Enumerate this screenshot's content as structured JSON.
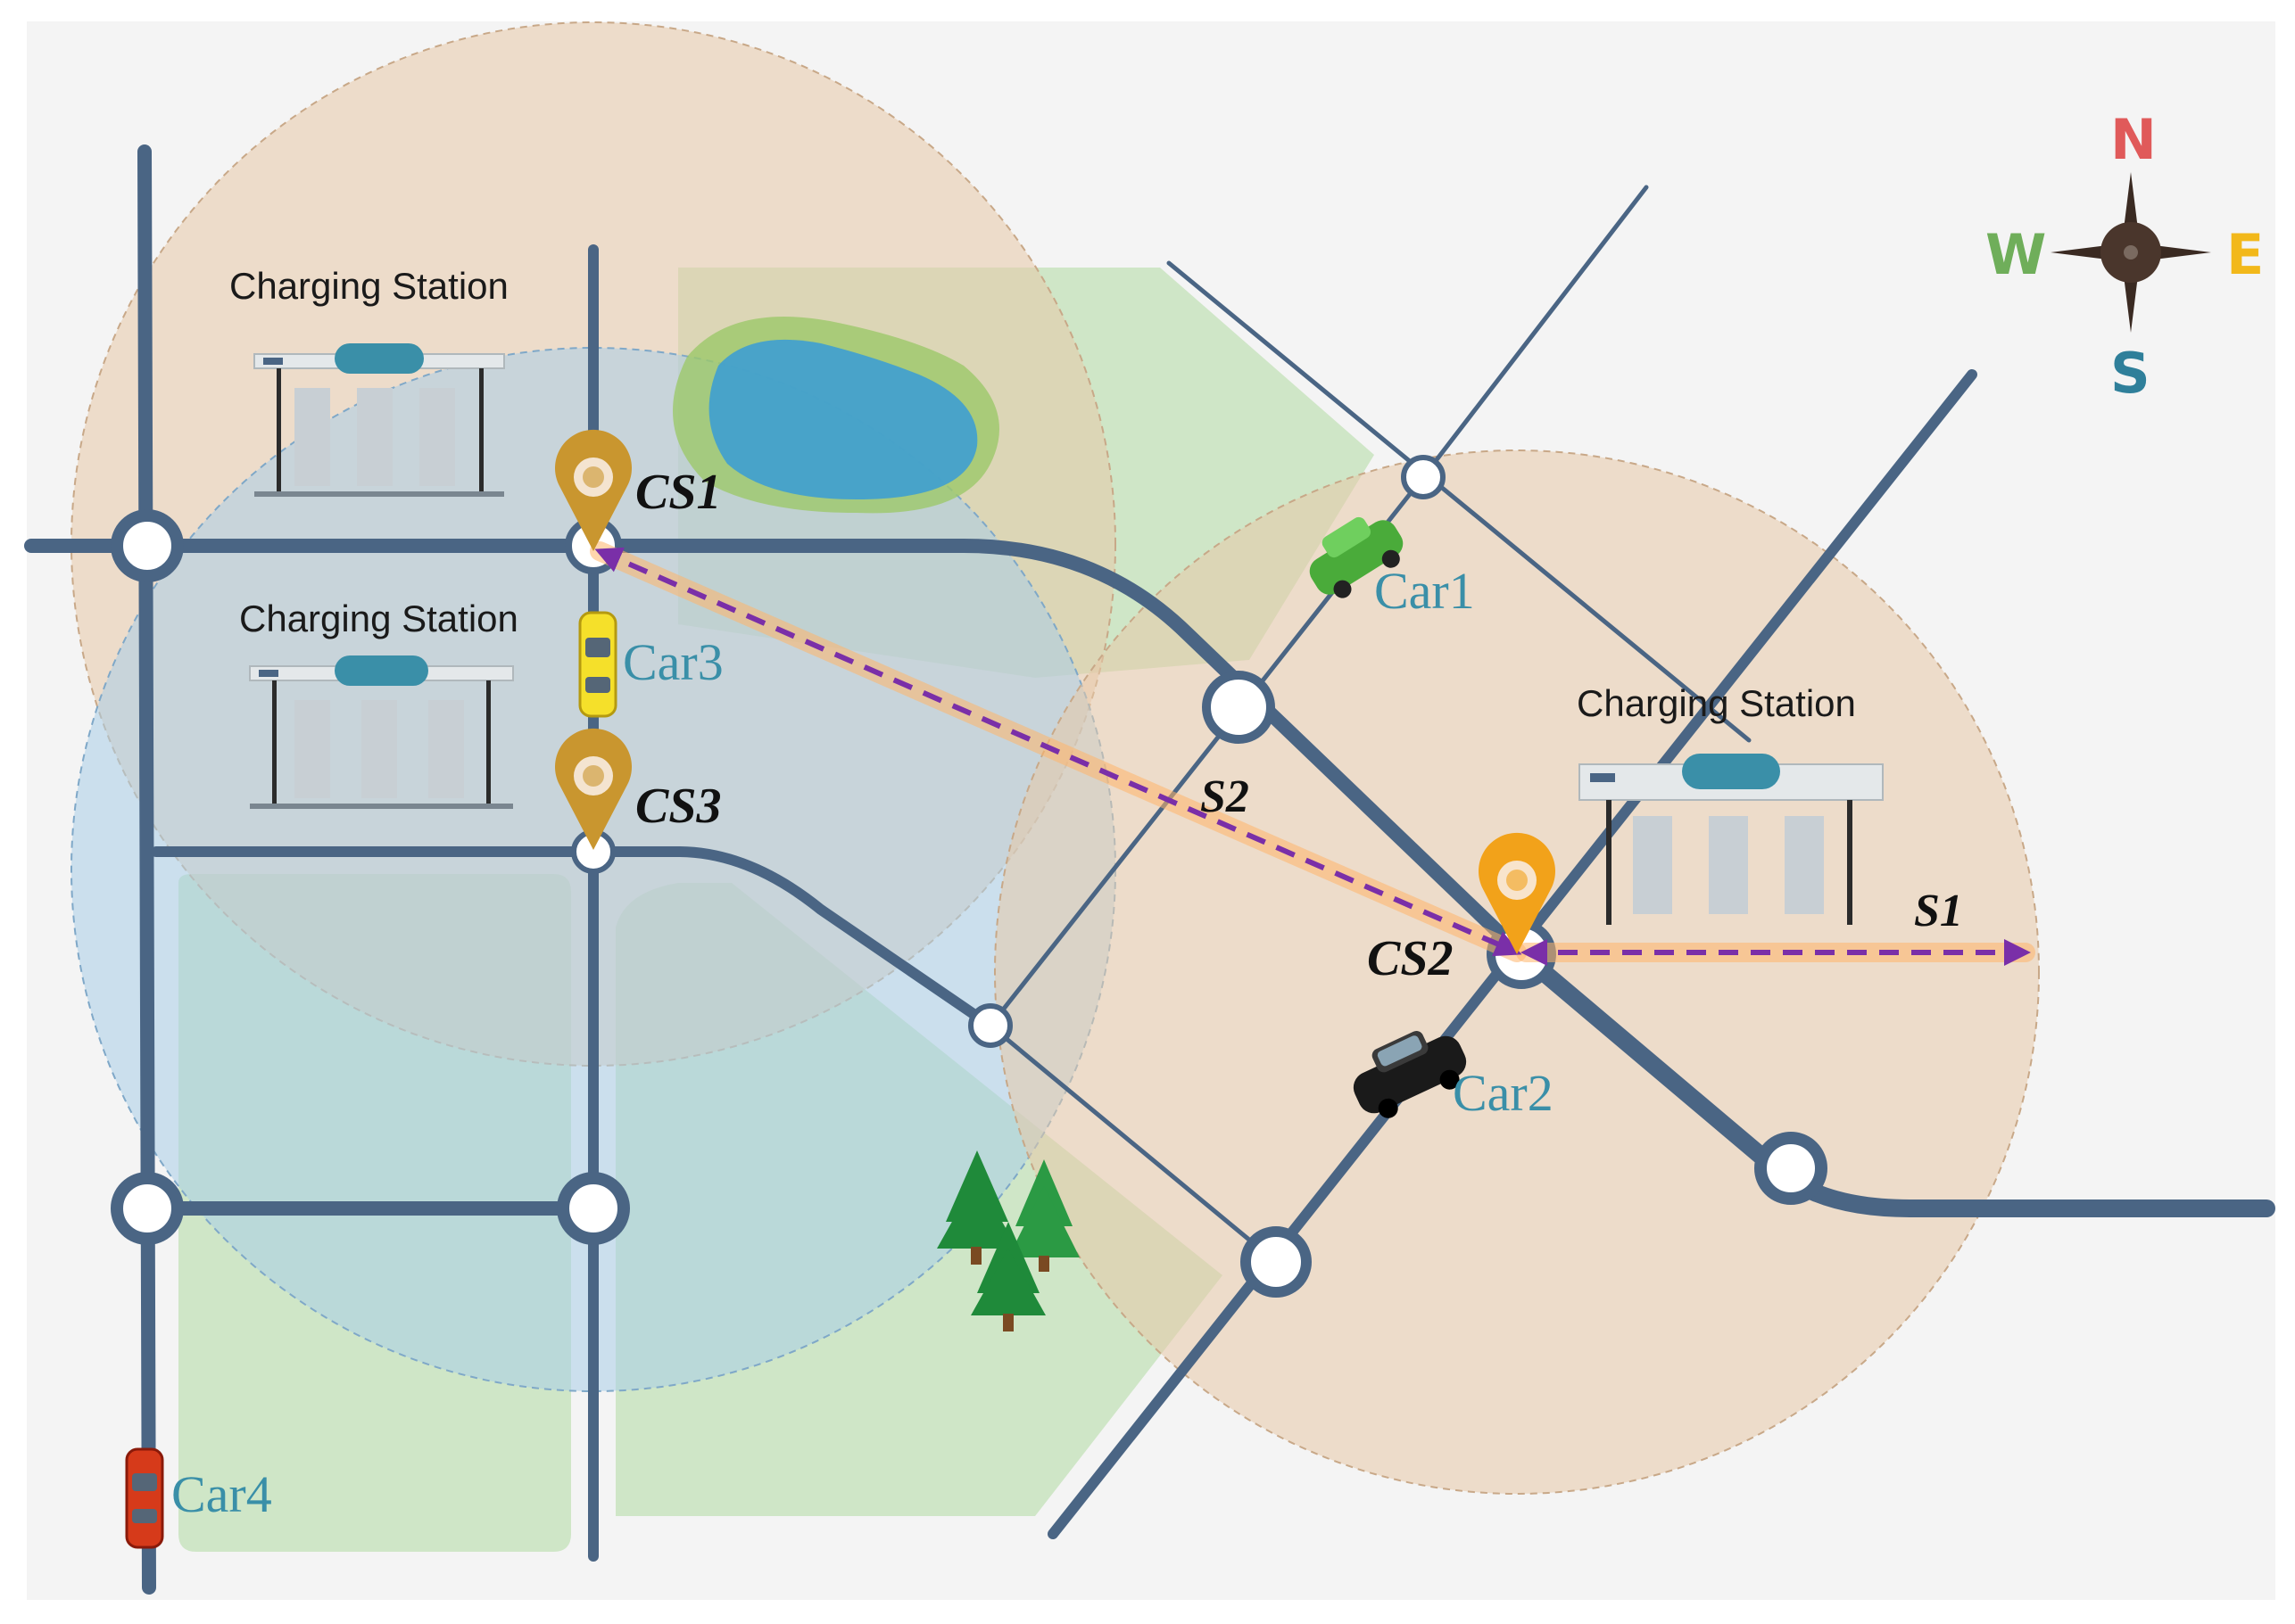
{
  "stations": {
    "cs1_title": "Charging Station",
    "cs3_title": "Charging Station",
    "cs2_title": "Charging Station"
  },
  "markers": {
    "cs1": "CS1",
    "cs2": "CS2",
    "cs3": "CS3"
  },
  "cars": {
    "car1": "Car1",
    "car2": "Car2",
    "car3": "Car3",
    "car4": "Car4"
  },
  "distances": {
    "s1": "S1",
    "s2": "S2"
  },
  "compass": {
    "n": "N",
    "e": "E",
    "s": "S",
    "w": "W"
  },
  "colors": {
    "background": "#f4f4f4",
    "road": "#4a6584",
    "range_cs1_cs2": "#e8c9a8",
    "range_cs3": "#a9cde8",
    "green_zone": "#b5dca8",
    "lake": "#3e9fd1",
    "pin_cs1_cs3": "#c9962f",
    "pin_cs2": "#f2a21a",
    "arrow": "#7a2fa8",
    "arrow_glow": "#ffb46a",
    "car_label": "#3a8fa8",
    "compass_n": "#e05a5a",
    "compass_e": "#f2b81a",
    "compass_s": "#2f7f9a",
    "compass_w": "#6fae5a"
  }
}
